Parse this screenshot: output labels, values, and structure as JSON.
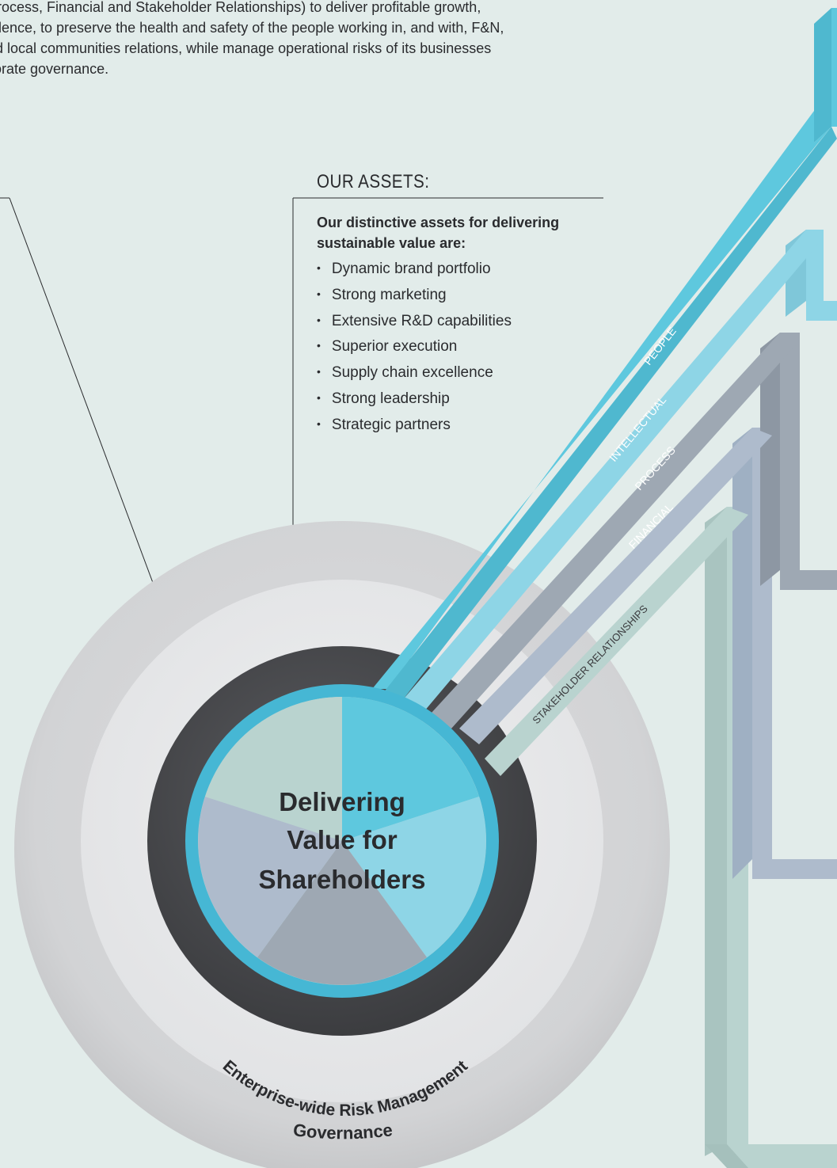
{
  "intro_lines": [
    "rocess, Financial and Stakeholder Relationships) to deliver profitable growth,",
    "llence, to preserve the health and safety of the people working in, and with, F&N,",
    "d local communities relations, while manage operational risks of its businesses",
    "orate governance."
  ],
  "assets": {
    "title": "OUR ASSETS:",
    "intro": "Our distinctive assets for delivering sustainable value are:",
    "items": [
      "Dynamic brand portfolio",
      "Strong marketing",
      "Extensive R&D capabilities",
      "Superior execution",
      "Supply chain excellence",
      "Strong leadership",
      "Strategic partners"
    ]
  },
  "center": {
    "line1": "Delivering",
    "line2": "Value for",
    "line3": "Shareholders"
  },
  "rings": {
    "risk": "Enterprise-wide Risk Management",
    "governance": "Governance"
  },
  "capitals": [
    {
      "label": "PEOPLE",
      "color": "#5ec8de"
    },
    {
      "label": "INTELLECTUAL",
      "color": "#8ed5e6"
    },
    {
      "label": "PROCESS",
      "color": "#9ea8b3"
    },
    {
      "label": "FINANCIAL",
      "color": "#aebbcc"
    },
    {
      "label": "STAKEHOLDER RELATIONSHIPS",
      "color": "#b9d3cf"
    }
  ],
  "colors": {
    "background": "#e2ecea",
    "outer_ring": "#d3d4d6",
    "middle_ring": "#e6e7e9",
    "dark_ring": "#4d4e52",
    "center_rim": "#46b7d4"
  }
}
